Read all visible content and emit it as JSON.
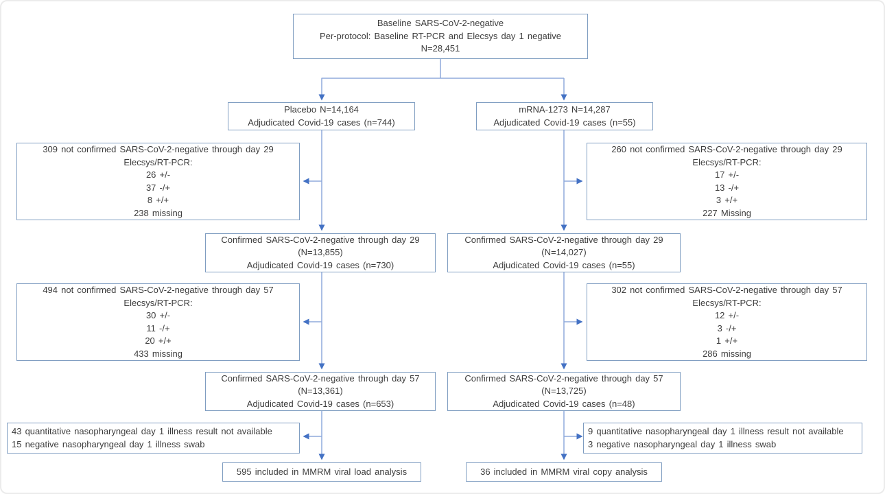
{
  "diagram": {
    "title_hint": "Participant flow diagram",
    "colors": {
      "box_border": "#7f9dc1",
      "connector_line": "#8faadc",
      "arrowhead": "#4472c4",
      "text": "#3d3d3d",
      "frame": "#ebebeb"
    },
    "boxes": {
      "baseline": {
        "lines": [
          "Baseline SARS-CoV-2-negative",
          "Per-protocol:  Baseline RT-PCR  and Elecsys day 1 negative",
          "N=28,451"
        ]
      },
      "placebo_arm": {
        "lines": [
          "Placebo N=14,164",
          "Adjudicated Covid-19  cases (n=744)"
        ]
      },
      "mrna_arm": {
        "lines": [
          "mRNA-1273  N=14,287",
          "Adjudicated Covid-19  cases (n=55)"
        ]
      },
      "placebo_excluded_day29": {
        "lines": [
          "309 not confirmed  SARS-CoV-2-negative  through  day 29",
          "Elecsys/RT-PCR:",
          "26 +/-",
          "37 -/+",
          "8 +/+",
          "238 missing"
        ]
      },
      "mrna_excluded_day29": {
        "lines": [
          "260 not confirmed  SARS-CoV-2-negative  through  day 29",
          "Elecsys/RT-PCR:",
          "17 +/-",
          "13 -/+",
          "3 +/+",
          "227 Missing"
        ]
      },
      "placebo_confirmed_day29": {
        "lines": [
          "Confirmed  SARS-CoV-2-negative  through  day 29",
          "(N=13,855)",
          "Adjudicated Covid-19  cases (n=730)"
        ]
      },
      "mrna_confirmed_day29": {
        "lines": [
          "Confirmed  SARS-CoV-2-negative  through  day 29",
          "(N=14,027)",
          "Adjudicated Covid-19  cases (n=55)"
        ]
      },
      "placebo_excluded_day57": {
        "lines": [
          "494 not confirmed  SARS-CoV-2-negative  through  day 57",
          "Elecsys/RT-PCR:",
          "30 +/-",
          "11 -/+",
          "20 +/+",
          "433 missing"
        ]
      },
      "mrna_excluded_day57": {
        "lines": [
          "302 not confirmed  SARS-CoV-2-negative  through  day 57",
          "Elecsys/RT-PCR:",
          "12 +/-",
          "3 -/+",
          "1 +/+",
          "286 missing"
        ]
      },
      "placebo_confirmed_day57": {
        "lines": [
          "Confirmed  SARS-CoV-2-negative  through  day 57",
          "(N=13,361)",
          "Adjudicated Covid-19  cases (n=653)"
        ]
      },
      "mrna_confirmed_day57": {
        "lines": [
          "Confirmed  SARS-CoV-2-negative  through  day 57",
          "(N=13,725)",
          "Adjudicated Covid-19  cases (n=48)"
        ]
      },
      "placebo_excluded_final": {
        "lines": [
          "43 quantitative  nasopharyngeal  day 1 illness result not available",
          "15 negative  nasopharyngeal  day 1 illness swab"
        ]
      },
      "mrna_excluded_final": {
        "lines": [
          "9 quantitative  nasopharyngeal  day 1 illness result not available",
          "3 negative  nasopharyngeal  day 1 illness swab"
        ]
      },
      "placebo_analysis": {
        "lines": [
          "595 included in MMRM viral  load analysis"
        ]
      },
      "mrna_analysis": {
        "lines": [
          "36 included in MMRM viral  copy analysis"
        ]
      }
    }
  }
}
